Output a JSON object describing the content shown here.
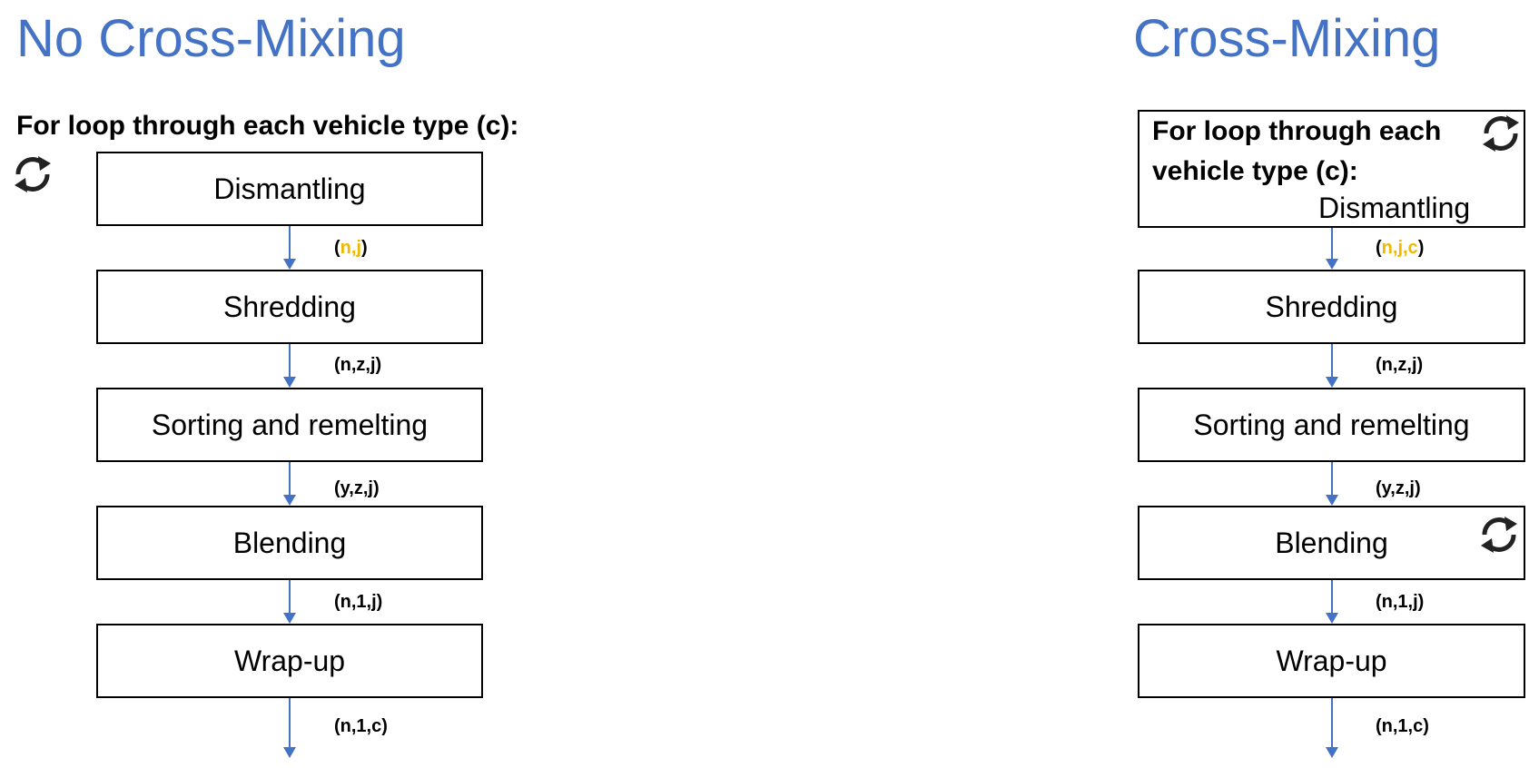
{
  "left": {
    "title": "No Cross-Mixing",
    "loop_label": "For loop through each vehicle type (c):",
    "steps": [
      "Dismantling",
      "Shredding",
      "Sorting and remelting",
      "Blending",
      "Wrap-up"
    ],
    "dims": {
      "d1_open": "(",
      "d1_hl": "n,j",
      "d1_close": ")",
      "d2": "(n,z,j)",
      "d3": "(y,z,j)",
      "d4": "(n,1,j)",
      "d5": "(n,1,c)"
    }
  },
  "right": {
    "title": "Cross-Mixing",
    "loop_label_line1": "For loop through each",
    "loop_label_line2": "vehicle type (c):",
    "loop_step": "Dismantling",
    "steps": [
      "Shredding",
      "Sorting and remelting",
      "Blending",
      "Wrap-up"
    ],
    "dims": {
      "d1_open": "(",
      "d1_hl": "n,j,c",
      "d1_close": ")",
      "d2": "(n,z,j)",
      "d3": "(y,z,j)",
      "d4": "(n,1,j)",
      "d5": "(n,1,c)"
    }
  },
  "icons": [
    "loop-refresh-icon"
  ],
  "colors": {
    "title": "#4472C4",
    "arrow": "#4472C4",
    "highlight": "#F0B800"
  }
}
